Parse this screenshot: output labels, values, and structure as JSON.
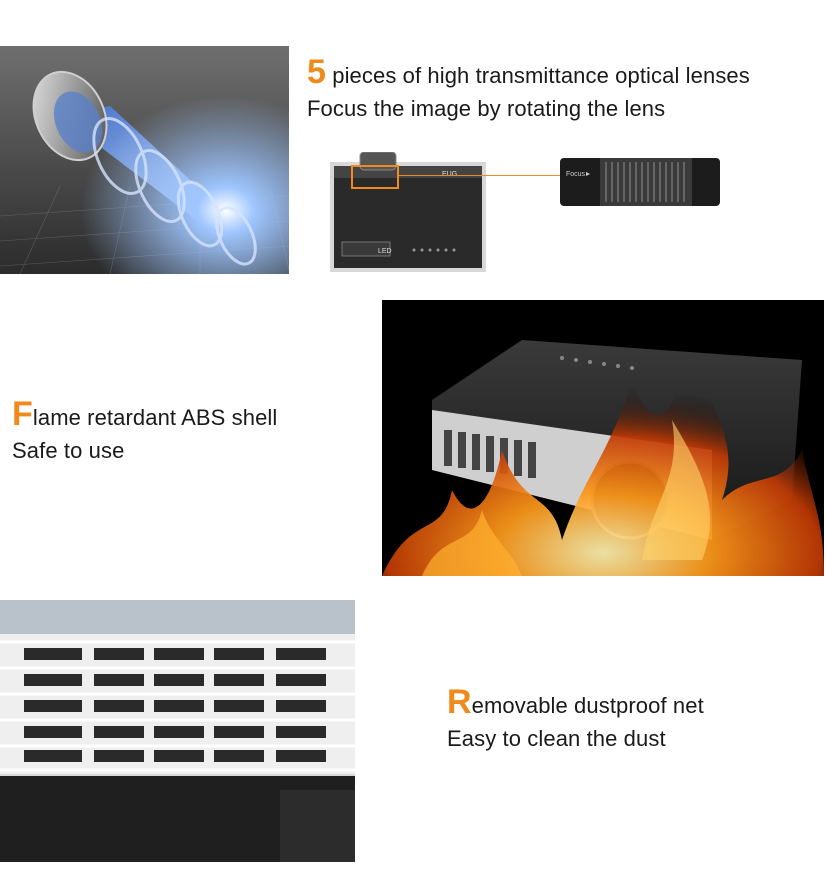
{
  "features": [
    {
      "accent": "5",
      "headline_rest": " pieces of high transmittance optical lenses",
      "subline": "Focus the image by rotating the lens"
    },
    {
      "accent": "F",
      "headline_rest": "lame retardant ABS shell",
      "subline": "Safe to use"
    },
    {
      "accent": "R",
      "headline_rest": "emovable dustproof net",
      "subline": "Easy to clean the dust"
    }
  ],
  "labels": {
    "focus": "Focus",
    "brand": "EUG",
    "led": "LED"
  },
  "colors": {
    "accent": "#f08a1c",
    "text": "#1a1a1a"
  }
}
